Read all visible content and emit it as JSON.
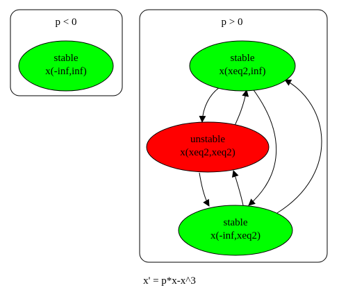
{
  "caption": "x' = p*x-x^3",
  "clusters": [
    {
      "id": "neg",
      "label": "p < 0"
    },
    {
      "id": "pos",
      "label": "p > 0"
    }
  ],
  "nodes": [
    {
      "id": "n_neg_stable",
      "line1": "stable",
      "line2": "x(-inf,inf)",
      "fill": "#00ff00"
    },
    {
      "id": "n_top",
      "line1": "stable",
      "line2": "x(xeq2,inf)",
      "fill": "#00ff00"
    },
    {
      "id": "n_mid",
      "line1": "unstable",
      "line2": "x(xeq2,xeq2)",
      "fill": "#ff0000"
    },
    {
      "id": "n_bot",
      "line1": "stable",
      "line2": "x(-inf,xeq2)",
      "fill": "#00ff00"
    }
  ],
  "edges": [
    {
      "from": "n_top",
      "to": "n_mid"
    },
    {
      "from": "n_mid",
      "to": "n_top"
    },
    {
      "from": "n_top",
      "to": "n_bot"
    },
    {
      "from": "n_bot",
      "to": "n_top"
    },
    {
      "from": "n_mid",
      "to": "n_bot"
    },
    {
      "from": "n_bot",
      "to": "n_mid"
    }
  ]
}
